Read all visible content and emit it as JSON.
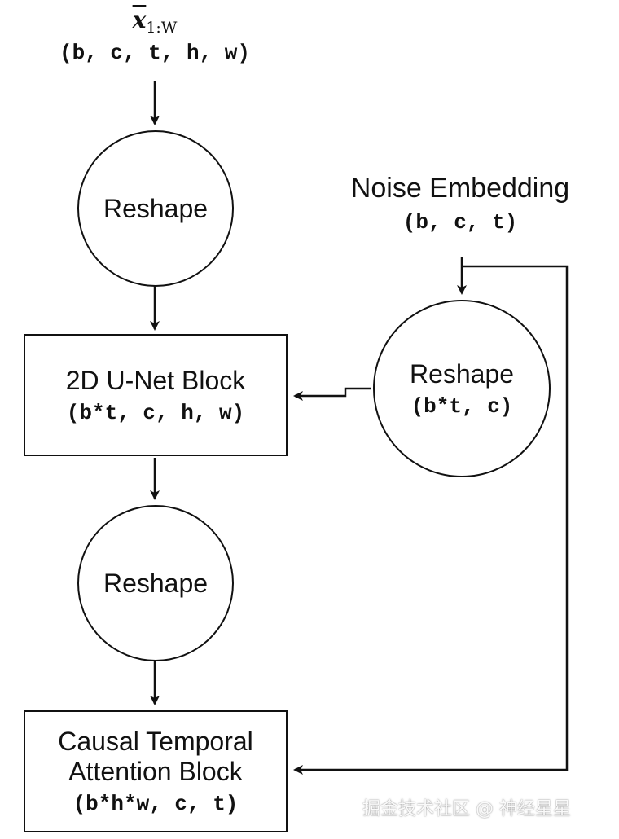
{
  "input": {
    "symbol": "x",
    "subscript": "1:W",
    "shape": "(b, c, t, h, w)"
  },
  "noise": {
    "title": "Noise Embedding",
    "shape": "(b, c, t)"
  },
  "nodes": {
    "reshape_1": {
      "label": "Reshape"
    },
    "unet_block": {
      "label": "2D U-Net Block",
      "shape": "(b*t, c, h, w)"
    },
    "reshape_2": {
      "label": "Reshape"
    },
    "causal_block": {
      "label_line1": "Causal Temporal",
      "label_line2": "Attention Block",
      "shape": "(b*h*w, c, t)"
    },
    "reshape_noise": {
      "label": "Reshape",
      "shape": "(b*t, c)"
    }
  },
  "watermark": "掘金技术社区 @ 神经星星"
}
